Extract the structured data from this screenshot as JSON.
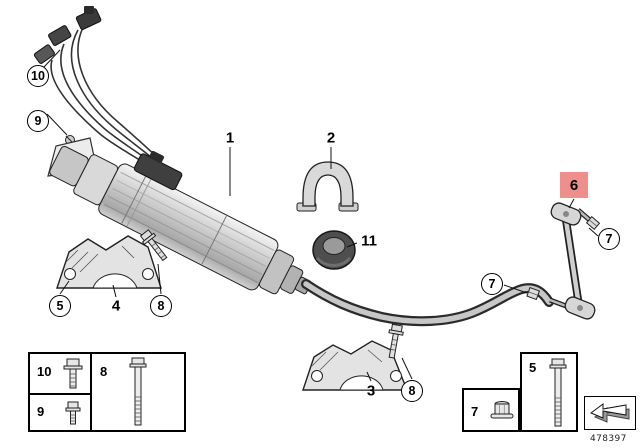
{
  "diagram": {
    "ref_number": "478397",
    "highlight_color": "#ee8f8d",
    "callouts": [
      {
        "label": "10"
      },
      {
        "label": "9"
      },
      {
        "label": "1"
      },
      {
        "label": "2"
      },
      {
        "label": "11"
      },
      {
        "label": "6"
      },
      {
        "label": "7"
      },
      {
        "label": "7"
      },
      {
        "label": "5"
      },
      {
        "label": "4"
      },
      {
        "label": "8"
      },
      {
        "label": "3"
      },
      {
        "label": "8"
      }
    ],
    "legend_left": {
      "items": [
        {
          "label": "10",
          "icon": "flange-bolt-icon"
        },
        {
          "label": "9",
          "icon": "small-bolt-icon"
        },
        {
          "label": "8",
          "icon": "long-bolt-icon"
        }
      ]
    },
    "legend_right": {
      "nut_item": {
        "label": "7",
        "icon": "flange-nut-icon"
      },
      "bolt_item": {
        "label": "5",
        "icon": "long-bolt-icon"
      },
      "direction_icon": "direction-of-travel-arrow-icon"
    }
  }
}
